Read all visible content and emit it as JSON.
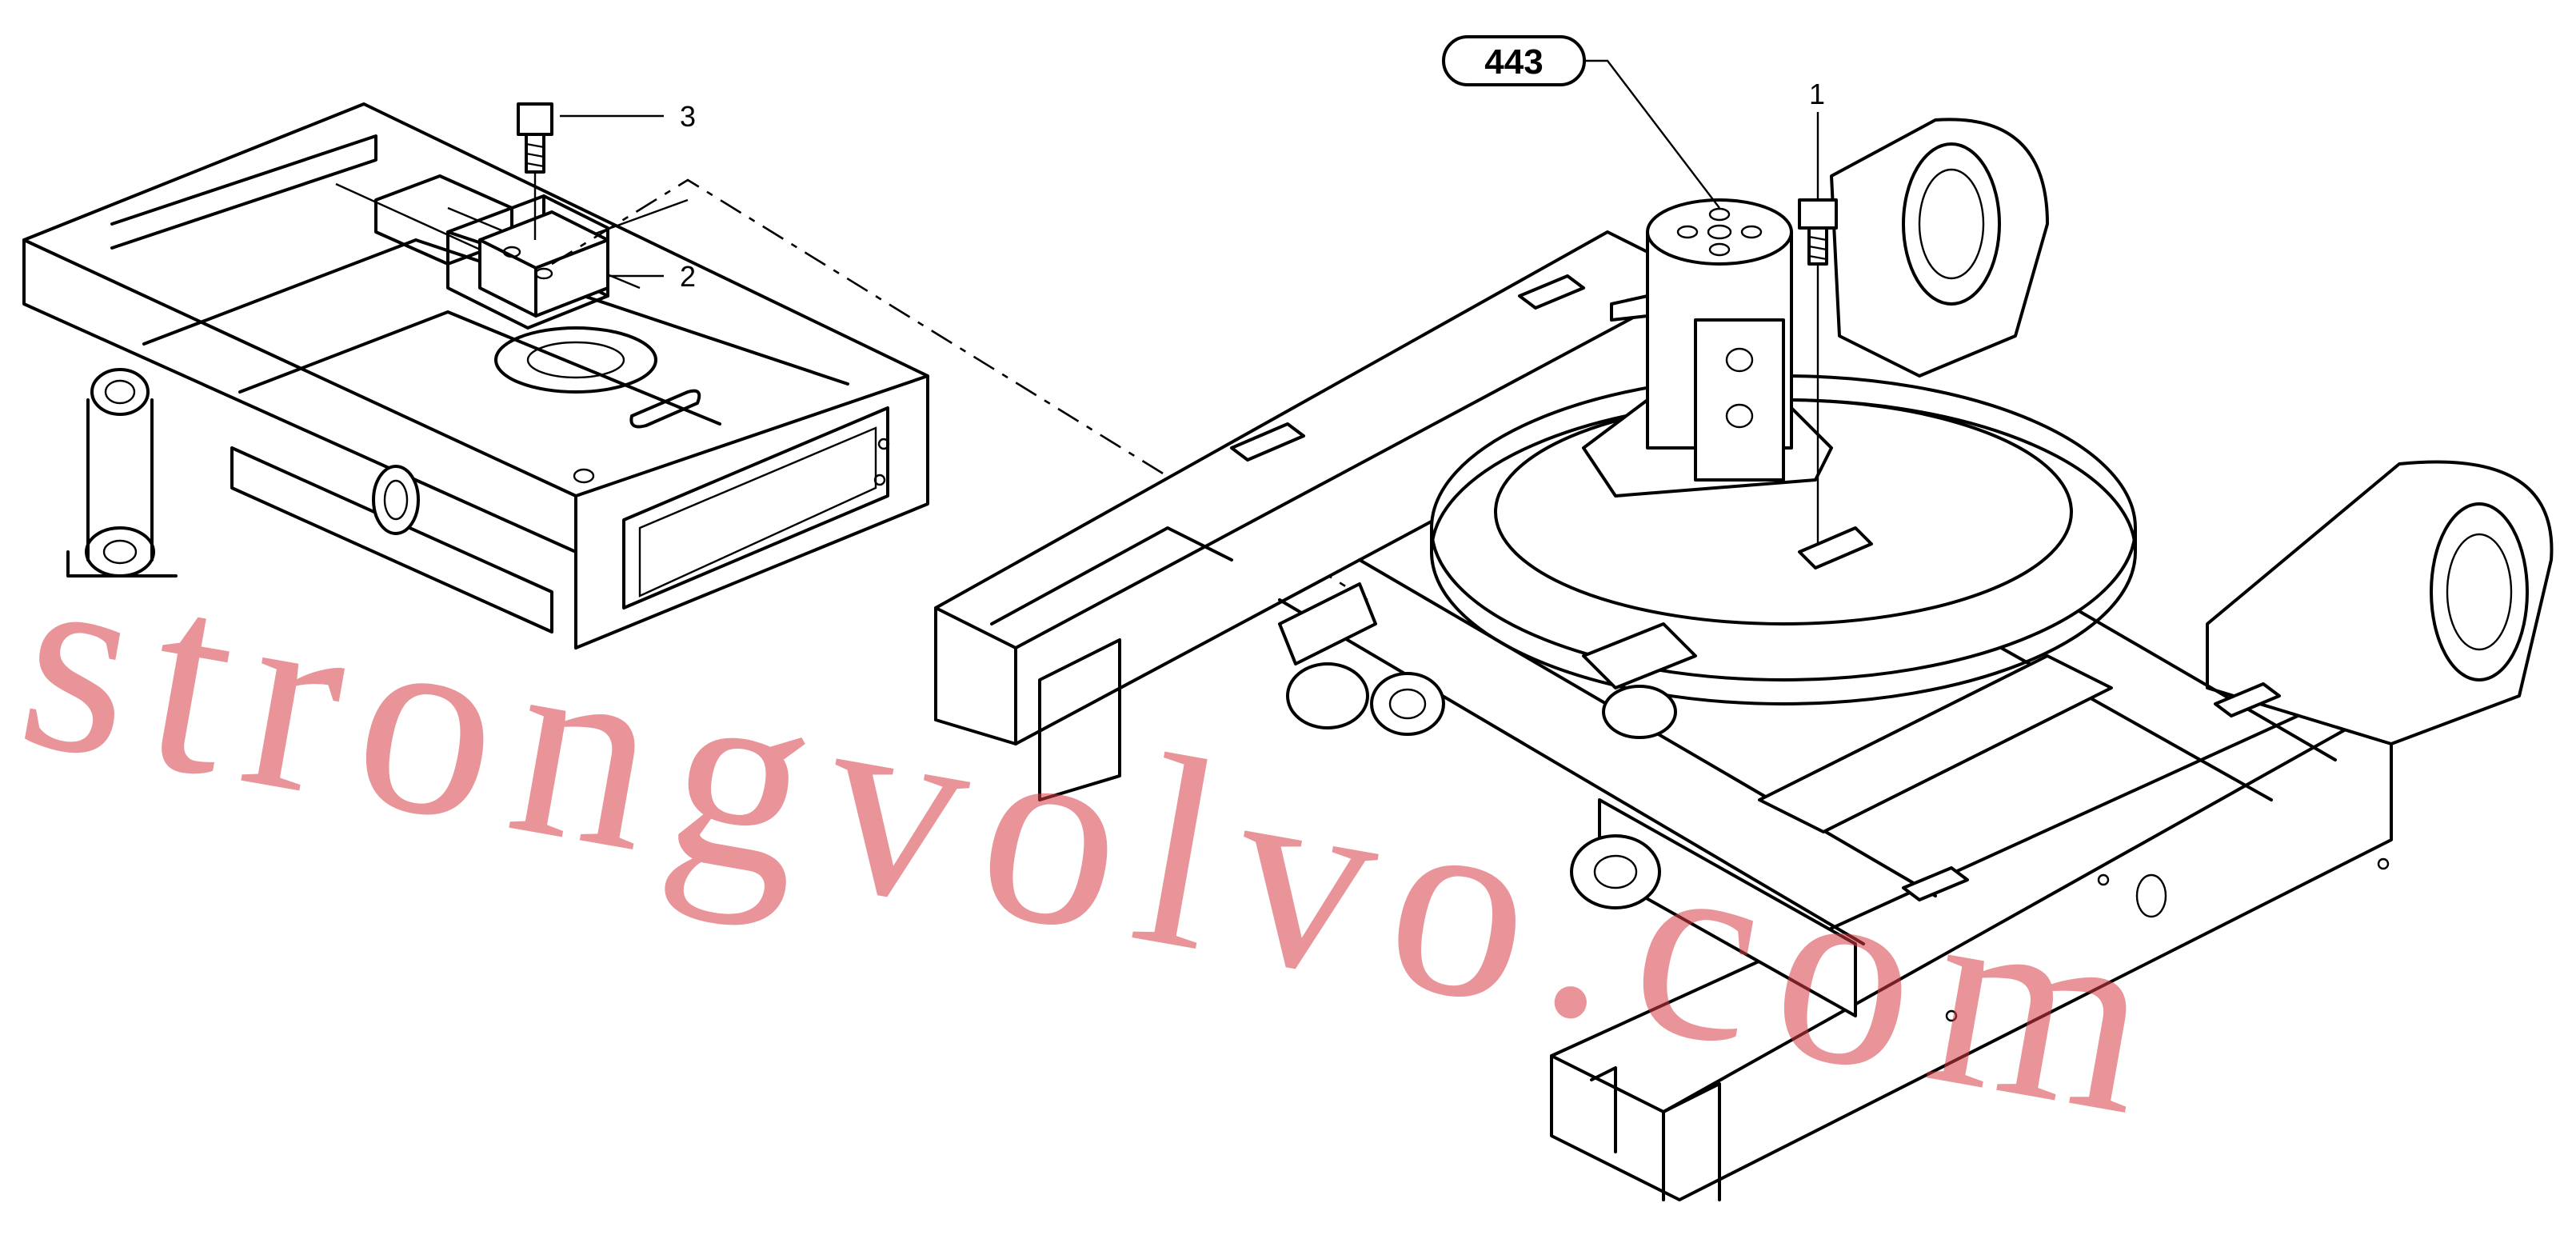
{
  "diagram": {
    "reference_badge": "443",
    "callouts": {
      "bolt_right": "1",
      "block": "2",
      "bolt_left": "3"
    }
  },
  "watermark": {
    "text": "strongvolvo.com",
    "color": "#d73c46"
  }
}
